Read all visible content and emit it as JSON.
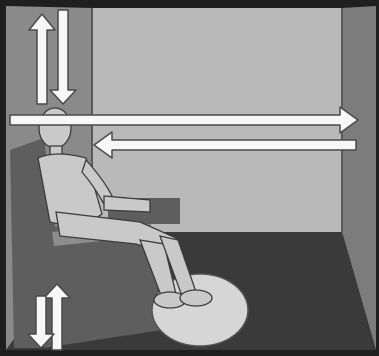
{
  "scene": {
    "colors": {
      "outer_frame": "#1f1f1f",
      "back_wall": "#b9b9b9",
      "left_wall": "#8a8a8a",
      "right_wall": "#7c7c7c",
      "ceiling_edge": "#6f6f6f",
      "floor": "#3a3a3a",
      "chair": "#5e5e5e",
      "chair_light": "#8d8d8d",
      "figure": "#c9c9c9",
      "figure_outline": "#3c3c3c",
      "footrest": "#d6d6d6",
      "arrow_fill": "#f7f7f7",
      "arrow_stroke": "#4a4a4a"
    },
    "arrows": [
      {
        "name": "airflow-down-arrow",
        "direction": "down"
      },
      {
        "name": "airflow-up-arrow",
        "direction": "up"
      },
      {
        "name": "airflow-right-arrow",
        "direction": "right"
      },
      {
        "name": "airflow-left-arrow",
        "direction": "left"
      },
      {
        "name": "floor-up-arrow",
        "direction": "up"
      },
      {
        "name": "floor-down-arrow",
        "direction": "down"
      }
    ]
  }
}
